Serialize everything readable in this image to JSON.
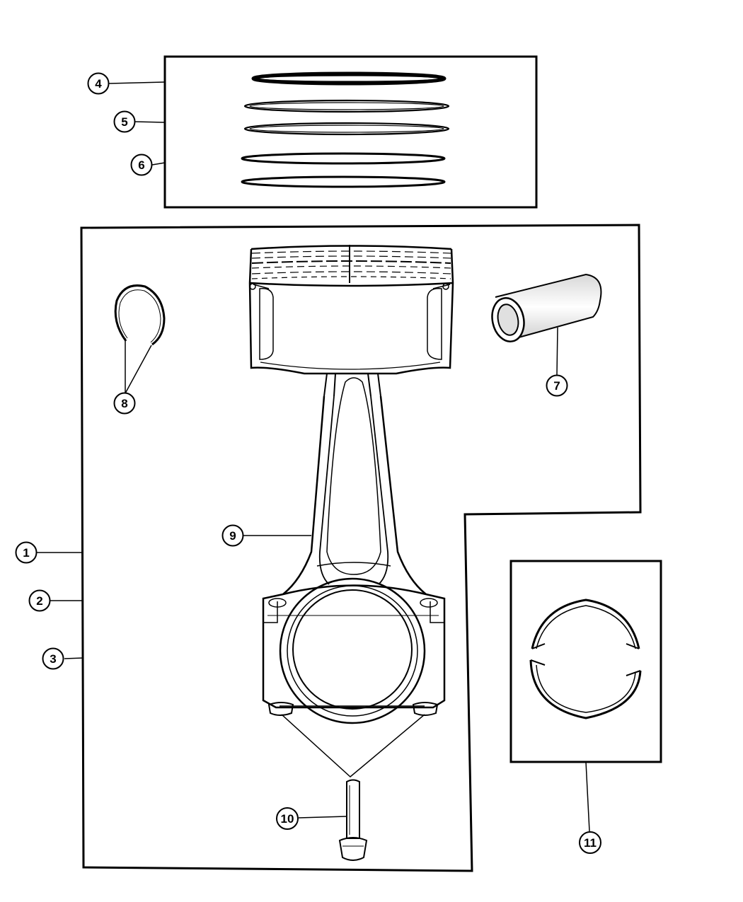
{
  "diagram": {
    "callouts": [
      {
        "number": "1"
      },
      {
        "number": "2"
      },
      {
        "number": "3"
      },
      {
        "number": "4"
      },
      {
        "number": "5"
      },
      {
        "number": "6"
      },
      {
        "number": "7"
      },
      {
        "number": "8"
      },
      {
        "number": "9"
      },
      {
        "number": "10"
      },
      {
        "number": "11"
      }
    ]
  },
  "colors": {
    "line": "#000000",
    "background": "#ffffff",
    "shading": "#e8e8e8"
  },
  "icons": {
    "piston_rings": "piston-ring-set-icon",
    "piston": "piston-icon",
    "piston_pin": "piston-pin-icon",
    "retainer_clip": "retainer-clip-icon",
    "connecting_rod": "connecting-rod-icon",
    "rod_bolt": "rod-bolt-icon",
    "bearing_shells": "bearing-shell-icon"
  }
}
